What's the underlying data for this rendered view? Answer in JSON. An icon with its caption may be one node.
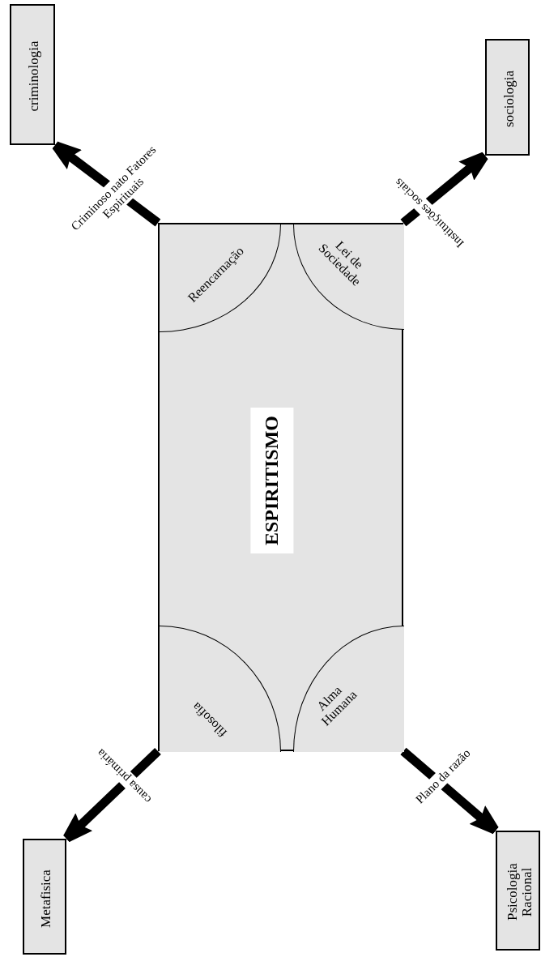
{
  "diagram": {
    "nodes": [
      {
        "text": [
          "ESPIRITISMO"
        ]
      },
      {
        "text": [
          "Reencarnação"
        ],
        "in": 0
      },
      {
        "text": [
          "Lei de Sociedade"
        ],
        "in": 0
      },
      {
        "text": [
          "filosofia"
        ],
        "in": 0
      },
      {
        "text": [
          "Alma Humana"
        ],
        "in": 0
      },
      {
        "text": [
          "criminologia"
        ]
      },
      {
        "text": [
          "sociologia"
        ]
      },
      {
        "text": [
          "Metafisica"
        ]
      },
      {
        "text": [
          "Psicologia Racional"
        ]
      }
    ],
    "edges": [
      {
        "from": 0,
        "to": 5,
        "arrow": "to",
        "label": "Criminoso nato Fatores Espirituais"
      },
      {
        "from": 0,
        "to": 6,
        "arrow": "to",
        "label": "Instituições sociais"
      },
      {
        "from": 0,
        "to": 7,
        "arrow": "to",
        "label": "causa primária"
      },
      {
        "from": 0,
        "to": 8,
        "arrow": "to",
        "label": "Plano da razão"
      }
    ]
  }
}
